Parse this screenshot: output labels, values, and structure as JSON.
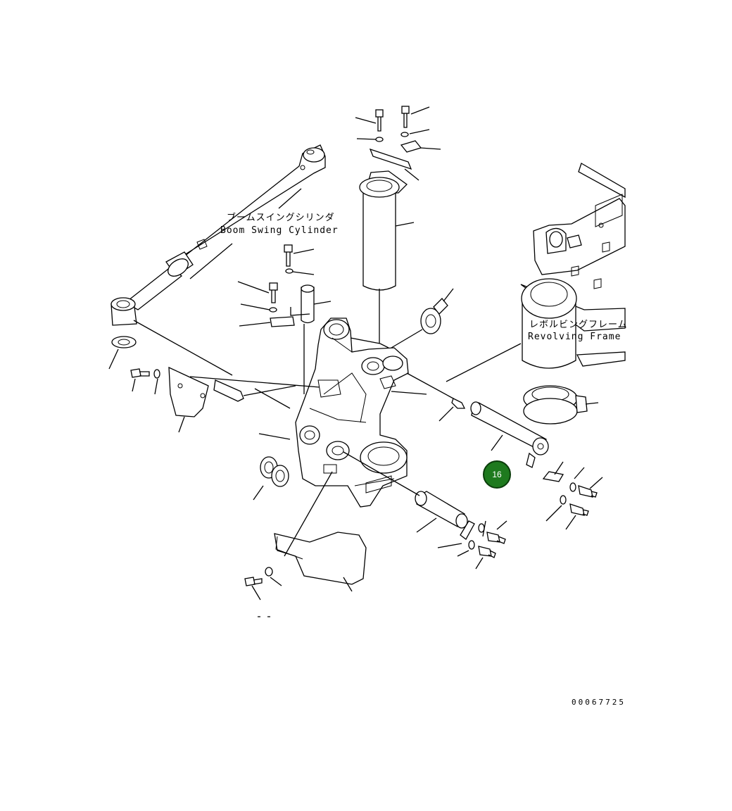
{
  "labels": {
    "boom_swing_cylinder_jp": "ブームスイングシリンダ",
    "boom_swing_cylinder_en": "Boom Swing Cylinder",
    "revolving_frame_jp": "レボルビングフレーム",
    "revolving_frame_en": "Revolving Frame"
  },
  "callout": {
    "number": "16",
    "color": "#1e7a1e"
  },
  "document_number": "00067725"
}
